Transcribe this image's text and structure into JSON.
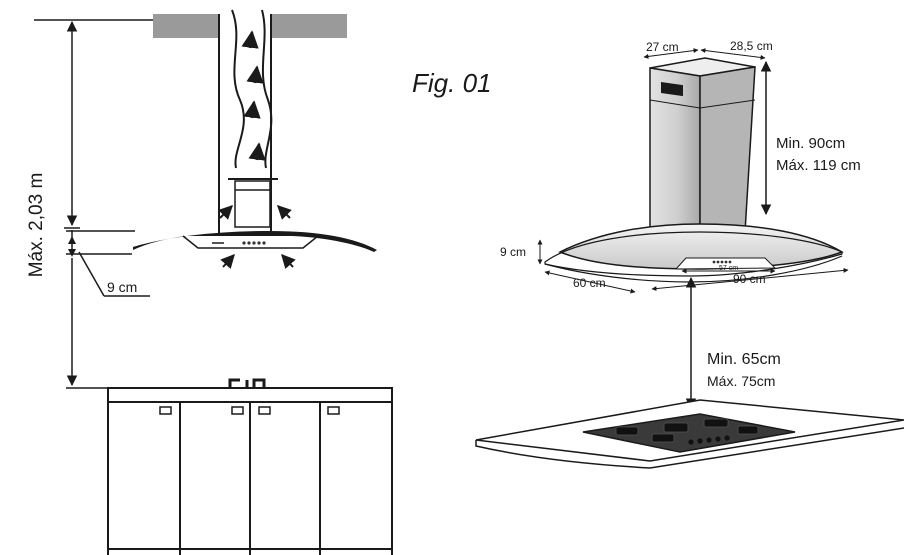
{
  "figure": {
    "title": "Fig. 01"
  },
  "left_view": {
    "max_height_label": "Máx. 2,03 m",
    "hood_depth_label": "9 cm"
  },
  "right_view": {
    "chimney_width_label": "27 cm",
    "chimney_depth_label": "28,5 cm",
    "chimney_height_min": "Min. 90cm",
    "chimney_height_max": "Máx. 119 cm",
    "hood_thickness_label": "9 cm",
    "hood_depth_label": "60 cm",
    "hood_inner_width_label": "57 cm",
    "hood_width_label": "90 cm",
    "distance_min": "Min. 65cm",
    "distance_max": "Máx. 75cm"
  },
  "colors": {
    "line": "#1a1a1a",
    "ceiling": "#9a9a9a",
    "steel_light": "#d6d6d6",
    "steel_dark": "#a8a8a8",
    "glass": "#3a3a3a"
  }
}
